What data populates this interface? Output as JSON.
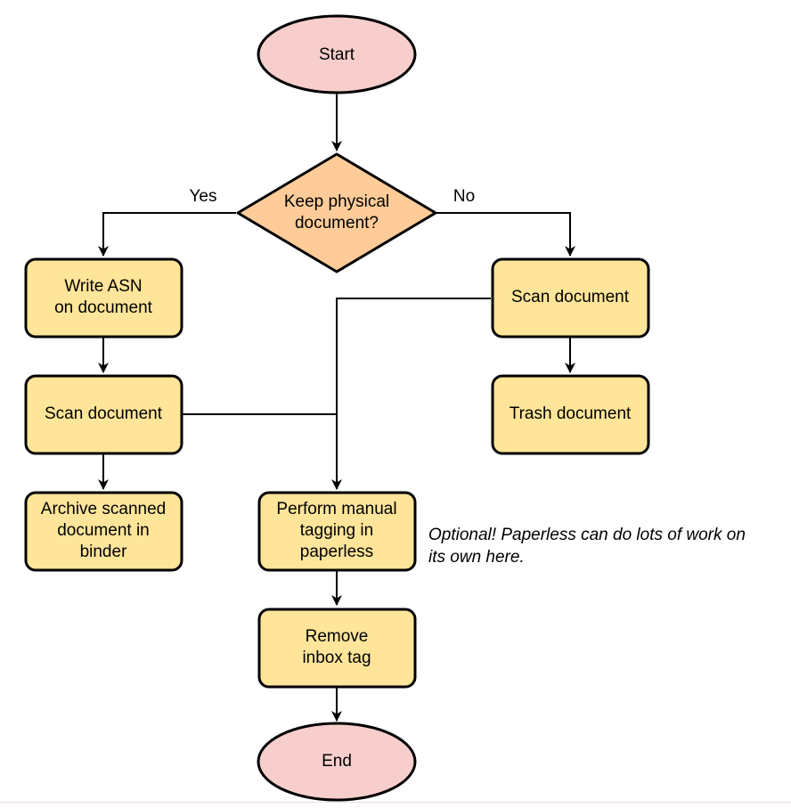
{
  "nodes": {
    "start": {
      "label": "Start"
    },
    "decision": {
      "label": "Keep physical\ndocument?"
    },
    "write_asn": {
      "label": "Write ASN\non document"
    },
    "scan_left": {
      "label": "Scan document"
    },
    "archive": {
      "label": "Archive scanned\ndocument in\nbinder"
    },
    "scan_right": {
      "label": "Scan document"
    },
    "trash": {
      "label": "Trash document"
    },
    "tagging": {
      "label": "Perform manual\ntagging in\npaperless"
    },
    "remove_inbox": {
      "label": "Remove\ninbox tag"
    },
    "end": {
      "label": "End"
    }
  },
  "edge_labels": {
    "yes": "Yes",
    "no": "No"
  },
  "annotation": {
    "text": "Optional! Paperless can do lots of work on\nits own here."
  },
  "colors": {
    "terminator_fill": "#f8cecc",
    "decision_fill": "#ffcc99",
    "process_fill": "#ffe599",
    "shape_stroke": "#000000",
    "connector_stroke": "#000000"
  }
}
